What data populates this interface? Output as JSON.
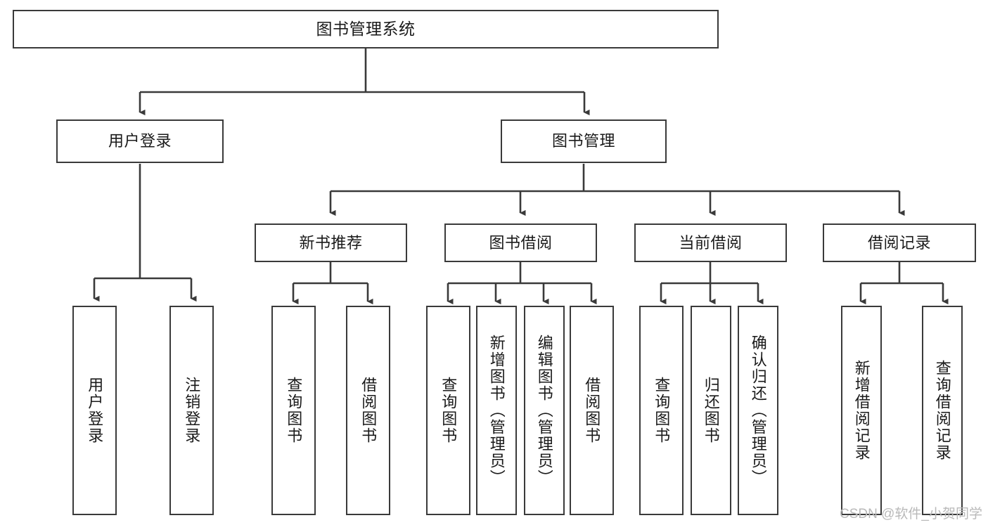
{
  "diagram": {
    "title": "图书管理系统",
    "watermark": "CSDN @软件_小贺同学",
    "colors": {
      "stroke": "#3a3a3a",
      "fill": "#ffffff",
      "text": "#1a1a1a",
      "watermark": "#b9b9b9"
    },
    "levels": {
      "root": {
        "label": "图书管理系统"
      },
      "level1": [
        {
          "label": "用户登录"
        },
        {
          "label": "图书管理"
        }
      ],
      "level2": [
        {
          "label": "新书推荐"
        },
        {
          "label": "图书借阅"
        },
        {
          "label": "当前借阅"
        },
        {
          "label": "借阅记录"
        }
      ],
      "leaves": [
        {
          "label": "用户登录"
        },
        {
          "label": "注销登录"
        },
        {
          "label": "查询图书"
        },
        {
          "label": "借阅图书"
        },
        {
          "label": "查询图书"
        },
        {
          "label": "新增图书（管理员）"
        },
        {
          "label": "编辑图书（管理员）"
        },
        {
          "label": "借阅图书"
        },
        {
          "label": "查询图书"
        },
        {
          "label": "归还图书"
        },
        {
          "label": "确认归还（管理员）"
        },
        {
          "label": "新增借阅记录"
        },
        {
          "label": "查询借阅记录"
        }
      ]
    }
  }
}
